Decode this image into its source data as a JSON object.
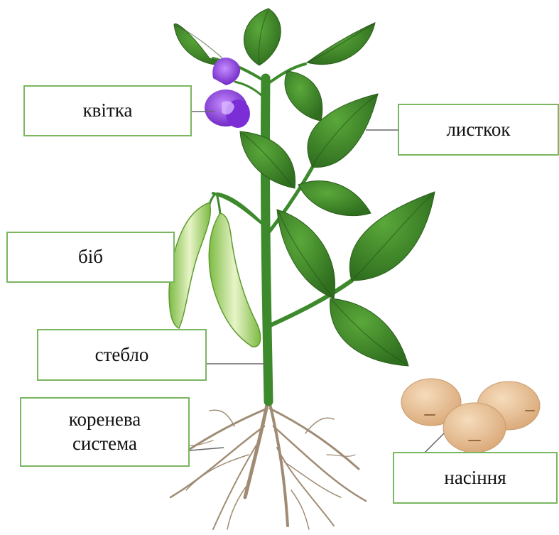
{
  "labels": {
    "flower": "квітка",
    "leaf": "листкок",
    "pod": "біб",
    "stem": "стебло",
    "root_line1": "коренева",
    "root_line2": "система",
    "seeds": "насіння"
  },
  "colors": {
    "box_border": "#7bb661",
    "leaf": "#3f8a2a",
    "stem": "#3d8a2c",
    "flower": "#8a3ee0",
    "pod": "#9ccf5c",
    "seed": "#e7c19a",
    "root": "#9e8b74",
    "pointer": "#666666"
  }
}
